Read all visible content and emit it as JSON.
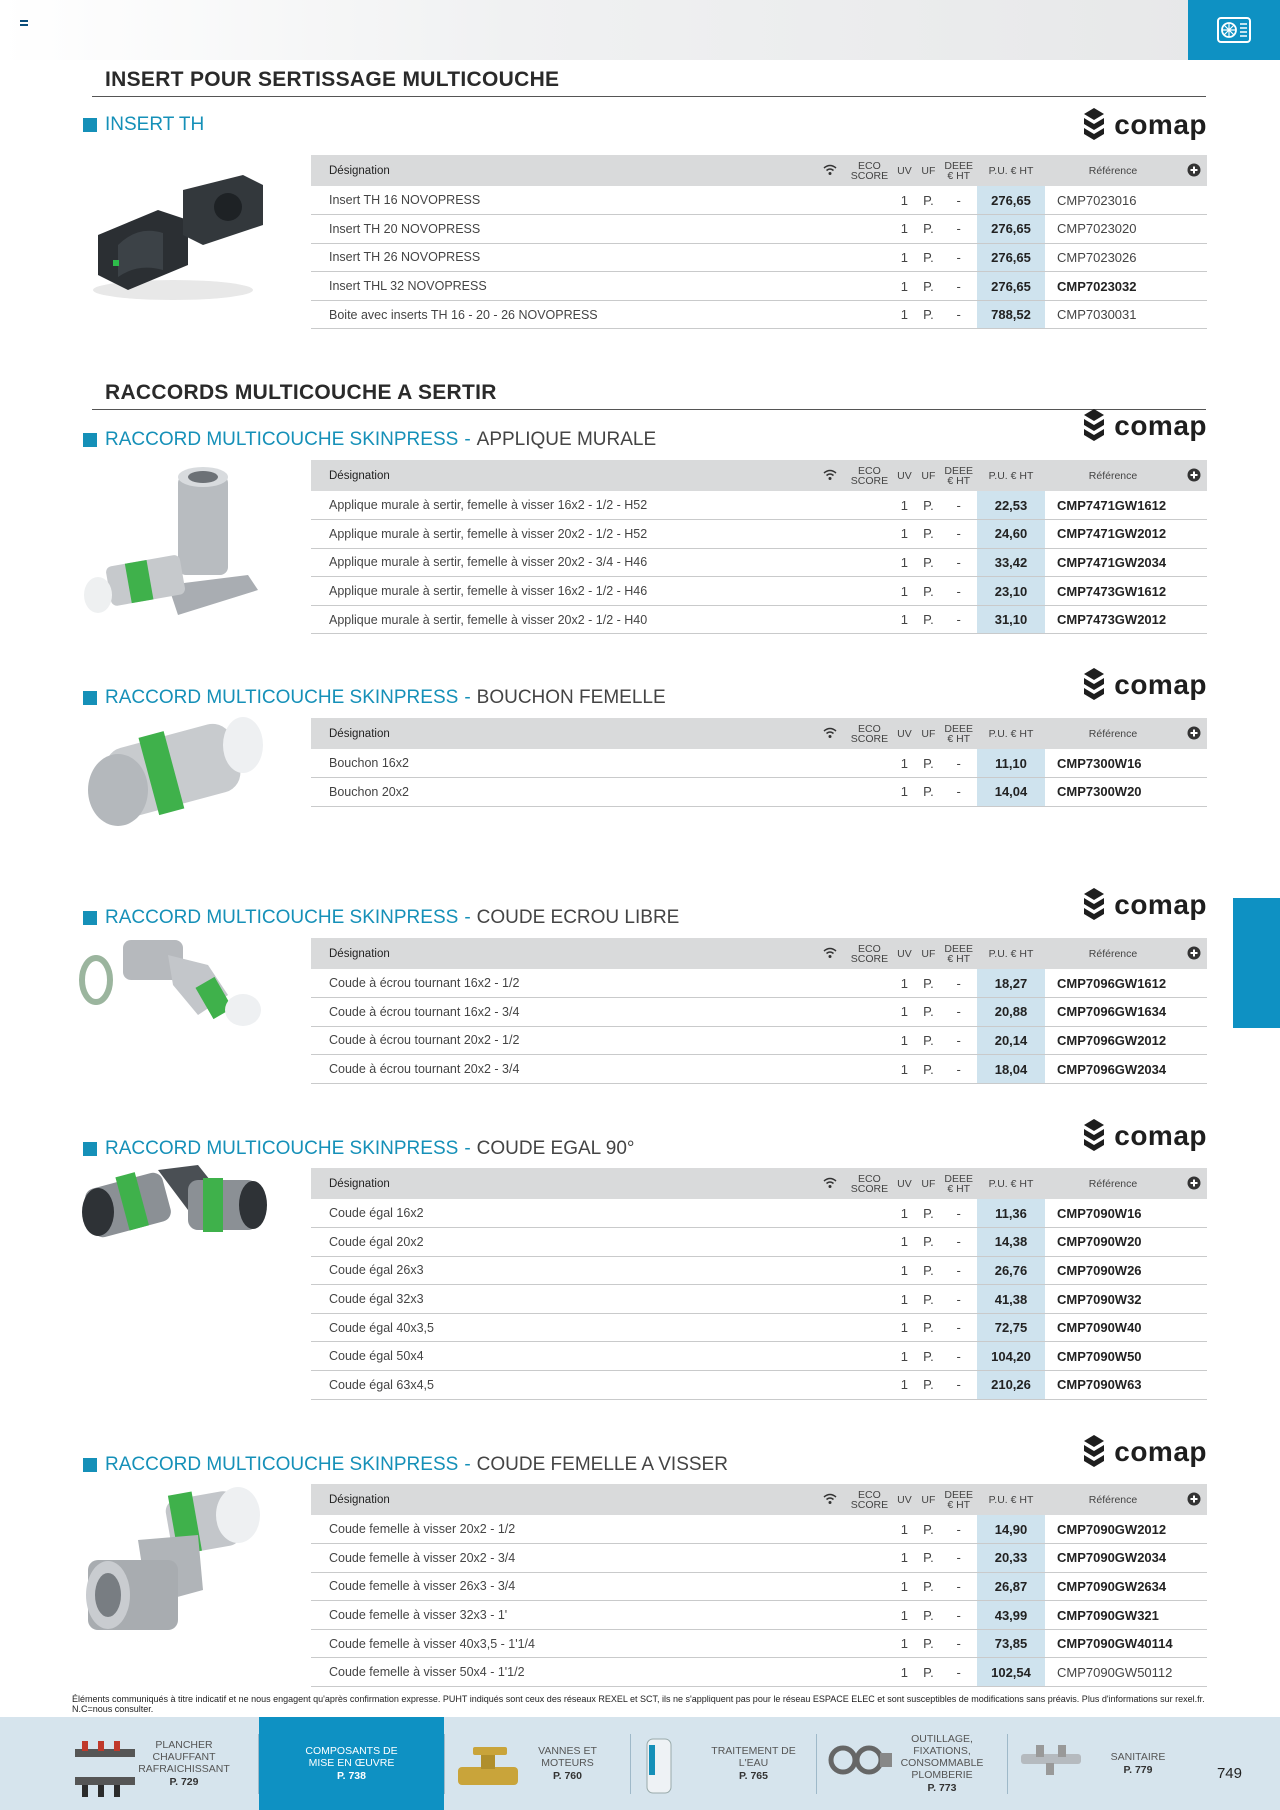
{
  "header": {
    "icon": "hvac-unit-icon"
  },
  "sections": [
    {
      "title": "INSERT POUR SERTISSAGE MULTICOUCHE"
    },
    {
      "title": "RACCORDS MULTICOUCHE A SERTIR"
    }
  ],
  "table_headers": {
    "designation": "Désignation",
    "eco": "ECO SCORE",
    "uv": "UV",
    "uf": "UF",
    "deee": "DEEE € HT",
    "price": "P.U. € HT",
    "reference": "Référence"
  },
  "brand": "comap",
  "products": [
    {
      "title": "INSERT TH",
      "subtitle": "",
      "rows": [
        {
          "d": "Insert TH 16 NOVOPRESS",
          "uv": "1",
          "uf": "P.",
          "deee": "-",
          "price": "276,65",
          "ref": "CMP7023016",
          "bold": false
        },
        {
          "d": "Insert TH 20 NOVOPRESS",
          "uv": "1",
          "uf": "P.",
          "deee": "-",
          "price": "276,65",
          "ref": "CMP7023020",
          "bold": false
        },
        {
          "d": "Insert TH 26 NOVOPRESS",
          "uv": "1",
          "uf": "P.",
          "deee": "-",
          "price": "276,65",
          "ref": "CMP7023026",
          "bold": false
        },
        {
          "d": "Insert THL 32 NOVOPRESS",
          "uv": "1",
          "uf": "P.",
          "deee": "-",
          "price": "276,65",
          "ref": "CMP7023032",
          "bold": true
        },
        {
          "d": "Boite avec inserts TH 16 - 20 - 26 NOVOPRESS",
          "uv": "1",
          "uf": "P.",
          "deee": "-",
          "price": "788,52",
          "ref": "CMP7030031",
          "bold": false
        }
      ]
    },
    {
      "title": "RACCORD MULTICOUCHE SKINPRESS",
      "subtitle": "APPLIQUE MURALE",
      "rows": [
        {
          "d": "Applique murale à sertir, femelle à visser 16x2 - 1/2 - H52",
          "uv": "1",
          "uf": "P.",
          "deee": "-",
          "price": "22,53",
          "ref": "CMP7471GW1612",
          "bold": true
        },
        {
          "d": "Applique murale à sertir, femelle à visser 20x2 - 1/2 - H52",
          "uv": "1",
          "uf": "P.",
          "deee": "-",
          "price": "24,60",
          "ref": "CMP7471GW2012",
          "bold": true
        },
        {
          "d": "Applique murale à sertir, femelle à visser 20x2 - 3/4 - H46",
          "uv": "1",
          "uf": "P.",
          "deee": "-",
          "price": "33,42",
          "ref": "CMP7471GW2034",
          "bold": true
        },
        {
          "d": "Applique murale à sertir, femelle à visser 16x2 - 1/2 - H46",
          "uv": "1",
          "uf": "P.",
          "deee": "-",
          "price": "23,10",
          "ref": "CMP7473GW1612",
          "bold": true
        },
        {
          "d": "Applique murale à sertir, femelle à visser 20x2 - 1/2 - H40",
          "uv": "1",
          "uf": "P.",
          "deee": "-",
          "price": "31,10",
          "ref": "CMP7473GW2012",
          "bold": true
        }
      ]
    },
    {
      "title": "RACCORD MULTICOUCHE SKINPRESS",
      "subtitle": "BOUCHON FEMELLE",
      "rows": [
        {
          "d": "Bouchon 16x2",
          "uv": "1",
          "uf": "P.",
          "deee": "-",
          "price": "11,10",
          "ref": "CMP7300W16",
          "bold": true
        },
        {
          "d": "Bouchon 20x2",
          "uv": "1",
          "uf": "P.",
          "deee": "-",
          "price": "14,04",
          "ref": "CMP7300W20",
          "bold": true
        }
      ]
    },
    {
      "title": "RACCORD MULTICOUCHE SKINPRESS",
      "subtitle": "COUDE ECROU LIBRE",
      "rows": [
        {
          "d": "Coude à écrou tournant 16x2 - 1/2",
          "uv": "1",
          "uf": "P.",
          "deee": "-",
          "price": "18,27",
          "ref": "CMP7096GW1612",
          "bold": true
        },
        {
          "d": "Coude à écrou tournant 16x2 - 3/4",
          "uv": "1",
          "uf": "P.",
          "deee": "-",
          "price": "20,88",
          "ref": "CMP7096GW1634",
          "bold": true
        },
        {
          "d": "Coude à écrou tournant 20x2 - 1/2",
          "uv": "1",
          "uf": "P.",
          "deee": "-",
          "price": "20,14",
          "ref": "CMP7096GW2012",
          "bold": true
        },
        {
          "d": "Coude à écrou tournant 20x2 - 3/4",
          "uv": "1",
          "uf": "P.",
          "deee": "-",
          "price": "18,04",
          "ref": "CMP7096GW2034",
          "bold": true
        }
      ]
    },
    {
      "title": "RACCORD MULTICOUCHE SKINPRESS",
      "subtitle": "COUDE EGAL 90°",
      "rows": [
        {
          "d": "Coude égal 16x2",
          "uv": "1",
          "uf": "P.",
          "deee": "-",
          "price": "11,36",
          "ref": "CMP7090W16",
          "bold": true
        },
        {
          "d": "Coude égal 20x2",
          "uv": "1",
          "uf": "P.",
          "deee": "-",
          "price": "14,38",
          "ref": "CMP7090W20",
          "bold": true
        },
        {
          "d": "Coude égal 26x3",
          "uv": "1",
          "uf": "P.",
          "deee": "-",
          "price": "26,76",
          "ref": "CMP7090W26",
          "bold": true
        },
        {
          "d": "Coude égal 32x3",
          "uv": "1",
          "uf": "P.",
          "deee": "-",
          "price": "41,38",
          "ref": "CMP7090W32",
          "bold": true
        },
        {
          "d": "Coude égal 40x3,5",
          "uv": "1",
          "uf": "P.",
          "deee": "-",
          "price": "72,75",
          "ref": "CMP7090W40",
          "bold": true
        },
        {
          "d": "Coude égal 50x4",
          "uv": "1",
          "uf": "P.",
          "deee": "-",
          "price": "104,20",
          "ref": "CMP7090W50",
          "bold": true
        },
        {
          "d": "Coude égal 63x4,5",
          "uv": "1",
          "uf": "P.",
          "deee": "-",
          "price": "210,26",
          "ref": "CMP7090W63",
          "bold": true
        }
      ]
    },
    {
      "title": "RACCORD MULTICOUCHE SKINPRESS",
      "subtitle": "COUDE FEMELLE A VISSER",
      "rows": [
        {
          "d": "Coude femelle à visser 20x2 - 1/2",
          "uv": "1",
          "uf": "P.",
          "deee": "-",
          "price": "14,90",
          "ref": "CMP7090GW2012",
          "bold": true
        },
        {
          "d": "Coude femelle à visser 20x2 - 3/4",
          "uv": "1",
          "uf": "P.",
          "deee": "-",
          "price": "20,33",
          "ref": "CMP7090GW2034",
          "bold": true
        },
        {
          "d": "Coude femelle à visser 26x3 - 3/4",
          "uv": "1",
          "uf": "P.",
          "deee": "-",
          "price": "26,87",
          "ref": "CMP7090GW2634",
          "bold": true
        },
        {
          "d": "Coude femelle à visser 32x3 - 1'",
          "uv": "1",
          "uf": "P.",
          "deee": "-",
          "price": "43,99",
          "ref": "CMP7090GW321",
          "bold": true
        },
        {
          "d": "Coude femelle à visser 40x3,5 - 1'1/4",
          "uv": "1",
          "uf": "P.",
          "deee": "-",
          "price": "73,85",
          "ref": "CMP7090GW40114",
          "bold": true
        },
        {
          "d": "Coude femelle à visser 50x4 - 1'1/2",
          "uv": "1",
          "uf": "P.",
          "deee": "-",
          "price": "102,54",
          "ref": "CMP7090GW50112",
          "bold": false
        }
      ]
    }
  ],
  "footnote": "Éléments communiqués à titre indicatif et ne nous engagent qu'après confirmation expresse. PUHT indiqués sont ceux des réseaux REXEL et SCT, ils ne s'appliquent pas pour le réseau ESPACE ELEC et sont susceptibles de modifications sans préavis. Plus d'informations sur rexel.fr. N.C=nous consulter.",
  "bottom_nav": [
    {
      "label": "PLANCHER CHAUFFANT RAFRAICHISSANT",
      "page": "P. 729",
      "icon": "manifold-icon",
      "active": false
    },
    {
      "label": "COMPOSANTS DE MISE EN ŒUVRE",
      "page": "P. 738",
      "icon": "pipe-coil-icon",
      "active": true
    },
    {
      "label": "VANNES ET MOTEURS",
      "page": "P. 760",
      "icon": "valve-icon",
      "active": false
    },
    {
      "label": "TRAITEMENT DE L'EAU",
      "page": "P. 765",
      "icon": "water-treatment-icon",
      "active": false
    },
    {
      "label": "OUTILLAGE, FIXATIONS, CONSOMMABLE PLOMBERIE",
      "page": "P. 773",
      "icon": "tools-icon",
      "active": false
    },
    {
      "label": "SANITAIRE",
      "page": "P. 779",
      "icon": "faucet-icon",
      "active": false
    }
  ],
  "page_number": "749",
  "colors": {
    "accent": "#0e91c3",
    "title_blue": "#1590b8",
    "price_bg": "#cfe3ee",
    "header_bg": "#d9dadb"
  }
}
